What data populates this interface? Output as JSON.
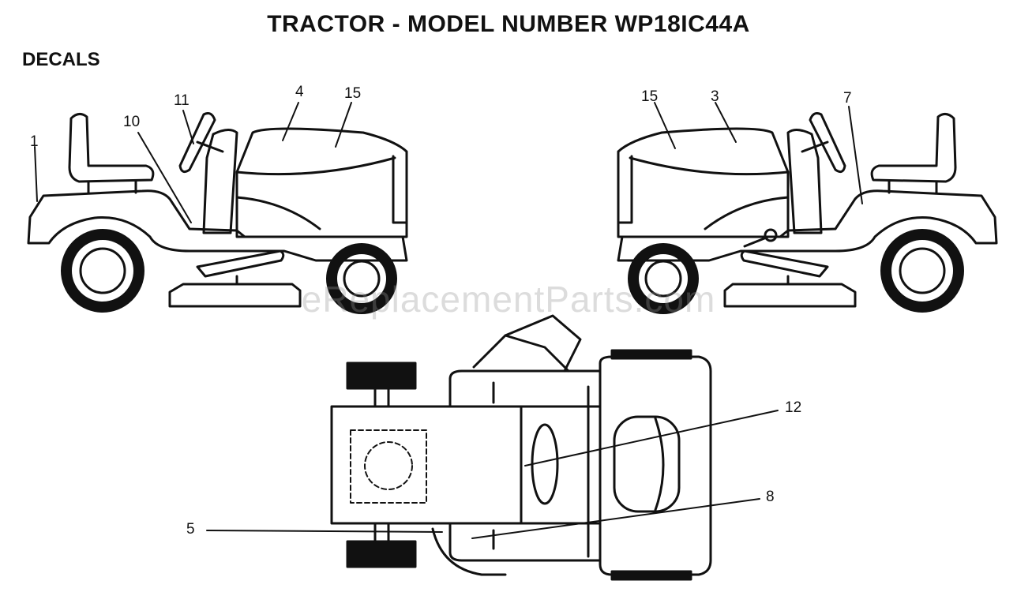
{
  "title": "TRACTOR - MODEL NUMBER WP18IC44A",
  "section": "DECALS",
  "watermark": "eReplacementParts.com",
  "callouts": {
    "left_1": "1",
    "left_10": "10",
    "left_11": "11",
    "left_4": "4",
    "left_15": "15",
    "right_15": "15",
    "right_3": "3",
    "right_7": "7",
    "top_12": "12",
    "top_8": "8",
    "top_5": "5"
  },
  "colors": {
    "line": "#111111",
    "background": "#ffffff"
  }
}
